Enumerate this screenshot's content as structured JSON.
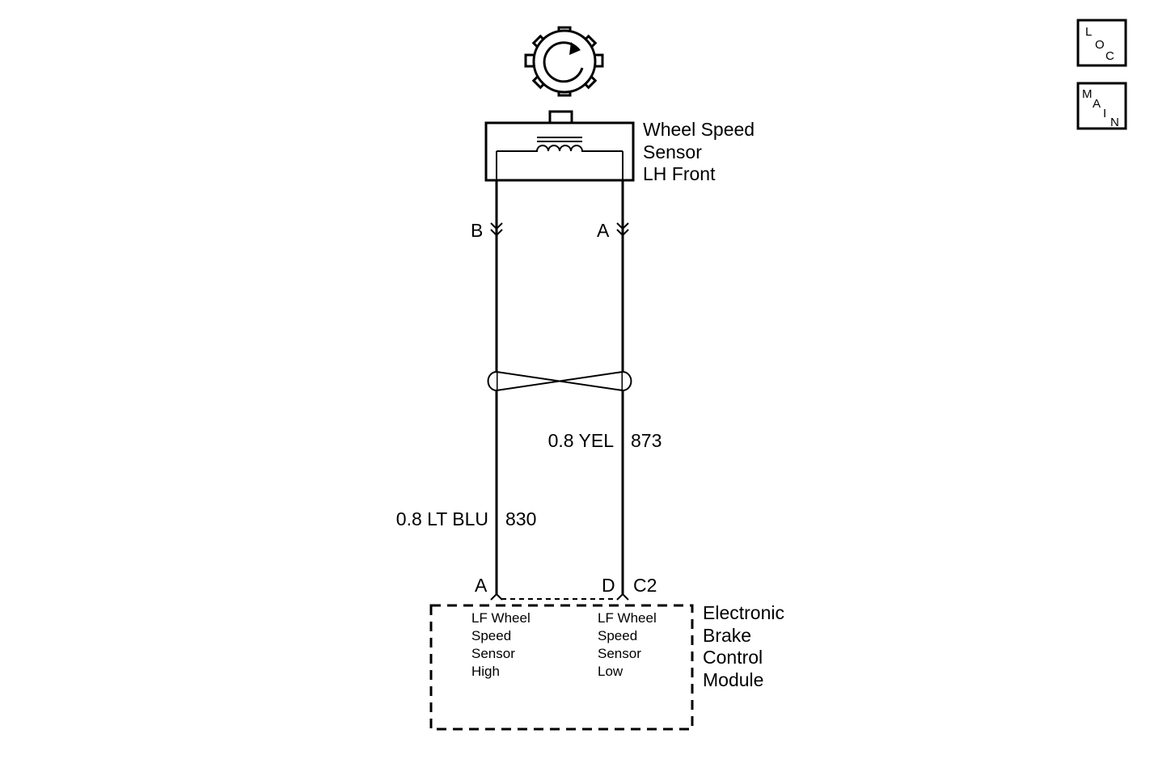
{
  "sensor": {
    "name_lines": [
      "Wheel Speed",
      "Sensor",
      "LH Front"
    ],
    "pin_b": "B",
    "pin_a": "A"
  },
  "wires": {
    "left": {
      "size_color": "0.8 LT BLU",
      "circuit": "830"
    },
    "right": {
      "size_color": "0.8 YEL",
      "circuit": "873"
    }
  },
  "module": {
    "name_lines": [
      "Electronic",
      "Brake",
      "Control",
      "Module"
    ],
    "pin_left": "A",
    "pin_right": "D",
    "connector": "C2",
    "left_input_lines": [
      "LF Wheel",
      "Speed",
      "Sensor",
      "High"
    ],
    "right_input_lines": [
      "LF Wheel",
      "Speed",
      "Sensor",
      "Low"
    ]
  },
  "nav": {
    "loc": {
      "letters": [
        "L",
        "O",
        "C"
      ]
    },
    "main": {
      "letters": [
        "M",
        "A",
        "I",
        "N"
      ]
    }
  }
}
